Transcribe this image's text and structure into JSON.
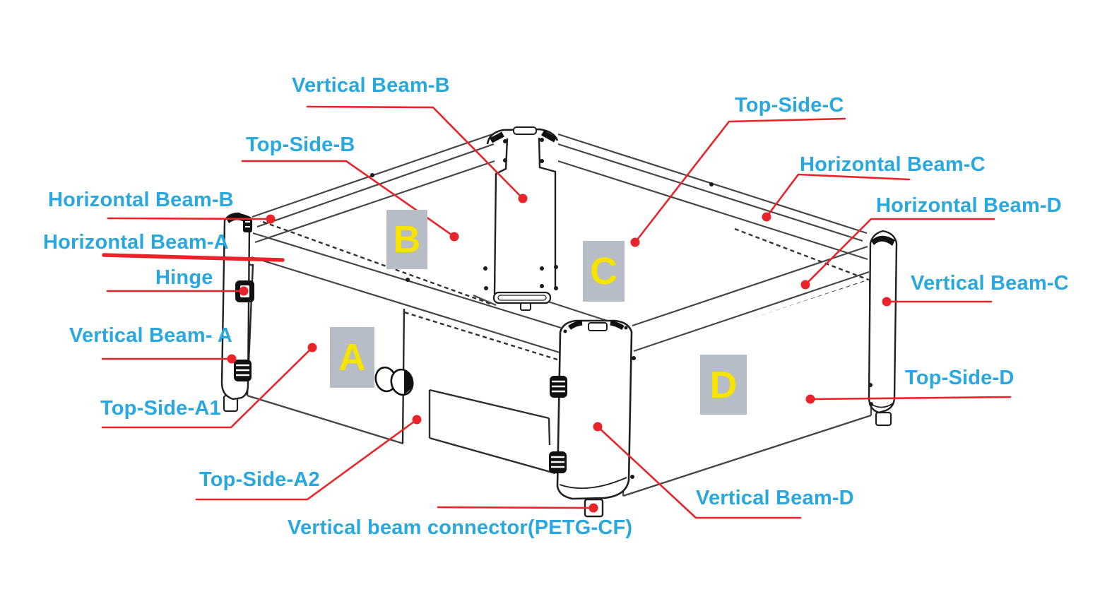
{
  "diagram": {
    "colors": {
      "label_text": "#29a8e0",
      "leader_line": "#e8242a",
      "drawing_line": "#464646",
      "zone_box": "#b7bdc7",
      "zone_letter": "#f6e400",
      "background": "#ffffff"
    },
    "labels": [
      {
        "id": "vertical-beam-b",
        "text": "Vertical Beam-B"
      },
      {
        "id": "top-side-b",
        "text": "Top-Side-B"
      },
      {
        "id": "horizontal-beam-b",
        "text": "Horizontal Beam-B"
      },
      {
        "id": "horizontal-beam-a",
        "text": "Horizontal Beam-A"
      },
      {
        "id": "hinge",
        "text": "Hinge"
      },
      {
        "id": "vertical-beam-a",
        "text": "Vertical Beam- A"
      },
      {
        "id": "top-side-a1",
        "text": "Top-Side-A1"
      },
      {
        "id": "top-side-a2",
        "text": "Top-Side-A2"
      },
      {
        "id": "vertical-beam-connector",
        "text": "Vertical beam connector(PETG-CF)"
      },
      {
        "id": "top-side-c",
        "text": "Top-Side-C"
      },
      {
        "id": "horizontal-beam-c",
        "text": "Horizontal Beam-C"
      },
      {
        "id": "horizontal-beam-d",
        "text": "Horizontal Beam-D"
      },
      {
        "id": "vertical-beam-c",
        "text": "Vertical Beam-C"
      },
      {
        "id": "top-side-d",
        "text": "Top-Side-D"
      },
      {
        "id": "vertical-beam-d",
        "text": "Vertical Beam-D"
      }
    ],
    "zones": [
      {
        "letter": "A"
      },
      {
        "letter": "B"
      },
      {
        "letter": "C"
      },
      {
        "letter": "D"
      }
    ]
  }
}
